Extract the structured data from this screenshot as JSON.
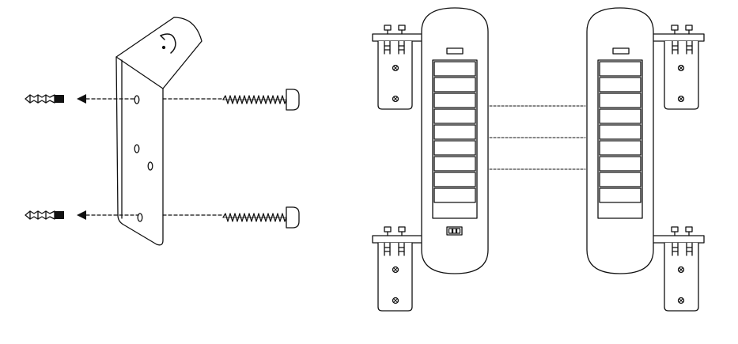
{
  "diagram": {
    "background": "#ffffff",
    "stroke_color": "#111111",
    "fill_color": "#ffffff",
    "left_figure": {
      "parts": [
        "wall-plug-icon",
        "arrow-icon",
        "angle-bracket-icon",
        "screw-icon"
      ],
      "rows": 2
    },
    "right_figure": {
      "units": [
        "beam-transmitter",
        "beam-receiver"
      ],
      "beam_count": 3,
      "mounting_brackets_per_unit": 2,
      "optic_cells_per_unit": 9
    }
  }
}
